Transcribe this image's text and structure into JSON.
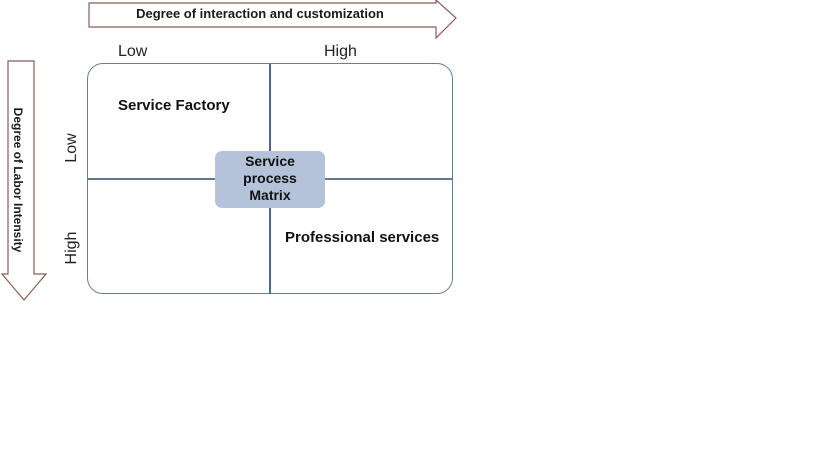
{
  "diagram": {
    "title": "Service process Matrix",
    "title_lines": [
      "Service",
      "process",
      "Matrix"
    ],
    "horizontal_axis": {
      "label": "Degree of interaction and customization",
      "low": "Low",
      "high": "High"
    },
    "vertical_axis": {
      "label": "Degree of Labor Intensity",
      "low": "Low",
      "high": "High"
    },
    "quadrants": {
      "top_left": "Service Factory",
      "top_right": "",
      "bottom_left": "",
      "bottom_right": "Professional services"
    },
    "colors": {
      "arrow_stroke": "#8b5a5a",
      "grid_stroke": "#5d7896",
      "center_fill": "#b4c2da"
    }
  }
}
